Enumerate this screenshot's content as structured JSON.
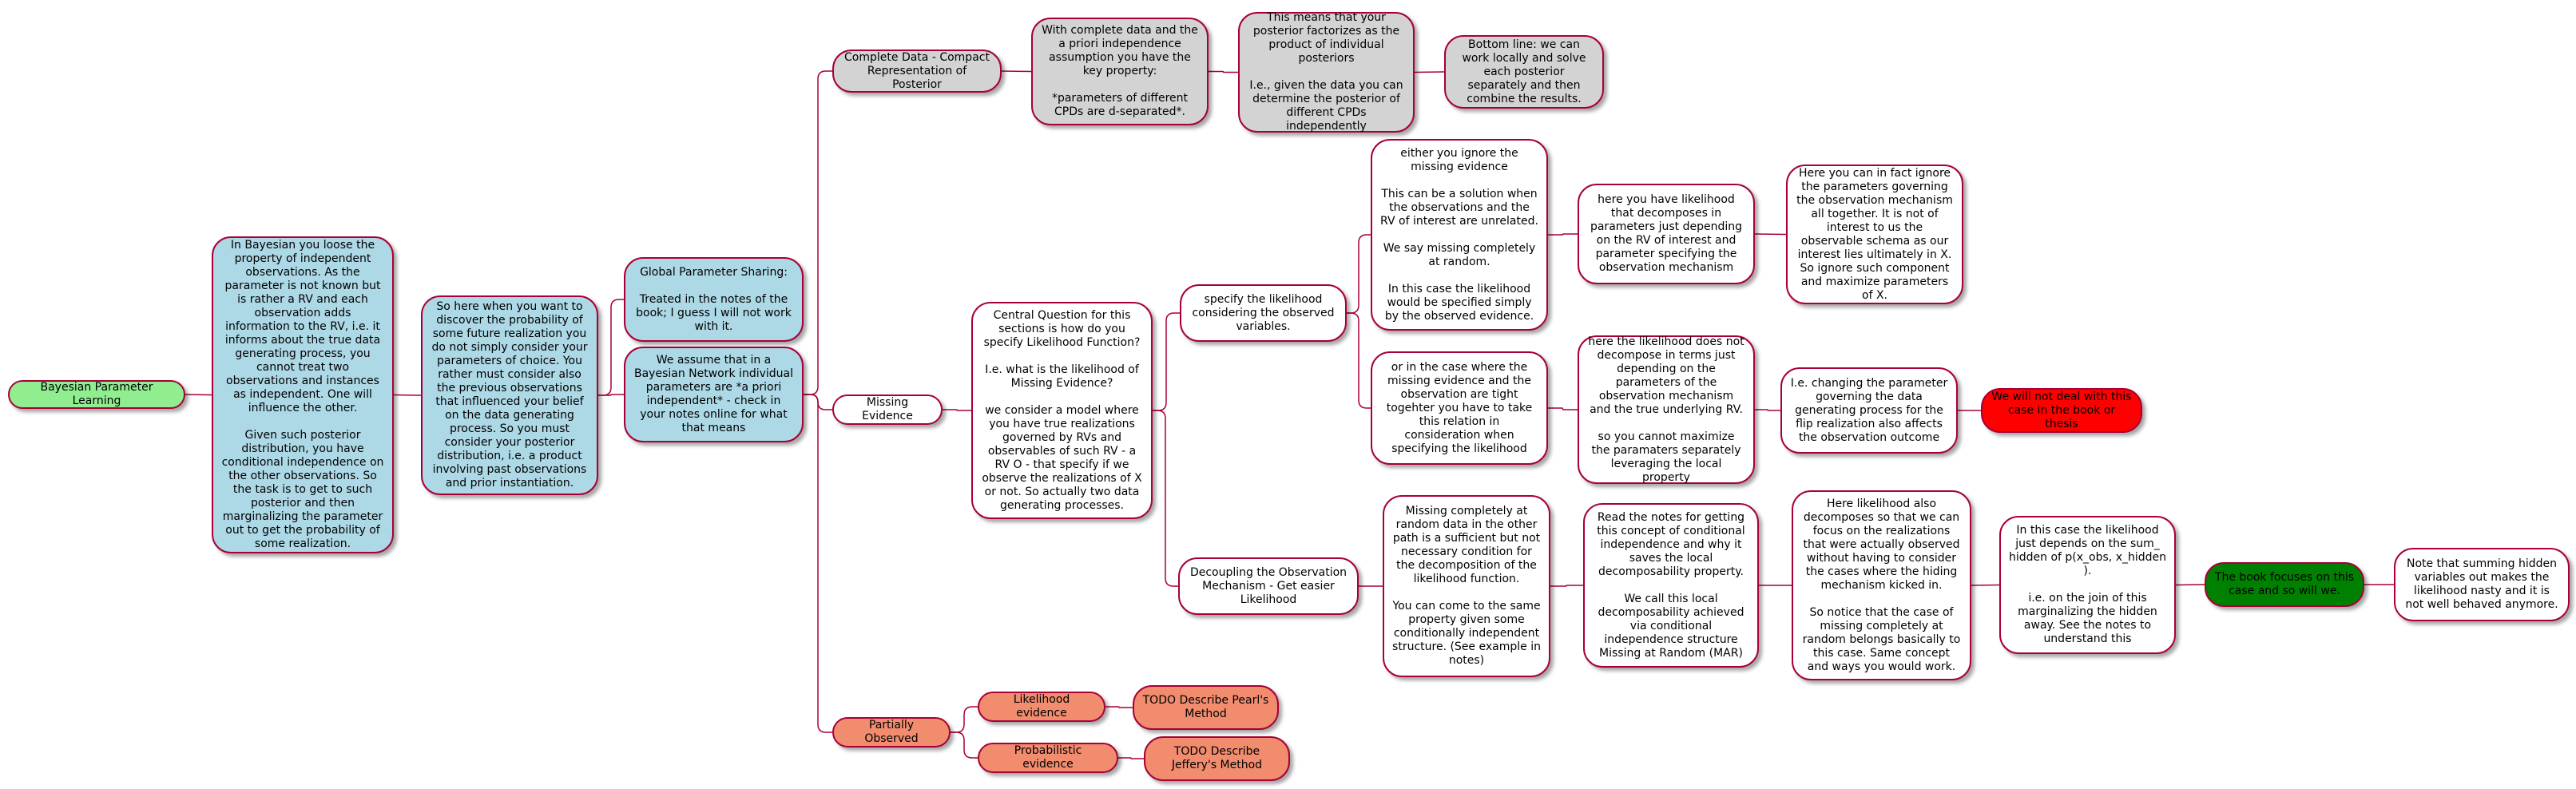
{
  "colors": {
    "edge": "#A80036",
    "root": "#90EE90",
    "blue": "#ADD8E6",
    "grey": "#D3D3D3",
    "salmon": "#F28C6E",
    "red": "#FF0000",
    "dark_green": "#008000"
  },
  "nodes": {
    "root": "Bayesian Parameter Learning",
    "intro": "In Bayesian you loose the property of independent observations. As the parameter is not known but is rather a RV and each observation adds information to the RV, i.e. it informs about the true data generating process, you cannot treat two observations and instances as independent. One will influence the other.\n\nGiven such posterior distribution, you have conditional independence on the other observations. So the task is to get to such posterior and then marginalizing the parameter out to get the probability of some realization.",
    "future": "So here when you want to discover the probability of some future realization you do not simply consider your parameters of choice. You rather must consider also the previous observations that influenced your belief on the data generating process. So you must consider your posterior distribution, i.e. a product involving past observations and prior instantiation.",
    "global_sharing": "Global Parameter Sharing:\n\nTreated in the notes of the book; I guess I will not work with it.",
    "a_priori": "We assume that in a Bayesian Network individual parameters are *a priori independent* - check in your notes online for what that means",
    "complete_data": "Complete Data - Compact Representation of Posterior",
    "complete_key": "With complete data and the a priori independence assumption you have the key property:\n\n*parameters of different CPDs are d-separated*.",
    "posterior_factorizes": "This means that your posterior factorizes as the product of individual posteriors\n\nI.e., given the data you can determine the posterior of different CPDs independently",
    "bottom_line": "Bottom line: we can work locally and solve each posterior separately and then combine the results.",
    "missing_evidence": "Missing Evidence",
    "central_question": "Central Question for this sections is how do you specify Likelihood Function?\n\nI.e. what is the likelihood of Missing Evidence?\n\nwe consider a model where you have true realizations governed by RVs and observables of such RV - a RV O - that specify if we observe the realizations of X or not. So actually two data generating processes.",
    "specify_likelihood": "specify the likelihood considering the observed variables.",
    "ignore_missing": "either you ignore the missing evidence\n\nThis can be a solution when the observations and the RV of interest are unrelated.\n\nWe say  missing completely at random.\n\nIn this case the likelihood would be specified simply by the observed evidence.",
    "likelihood_decomposes": "here you have likelihood that decomposes in parameters just depending on the RV of interest and parameter specifying the observation mechanism",
    "ignore_params": "Here you can in fact ignore the parameters governing the observation mechanism all together. It is not of interest to us the observable schema as our interest lies ultimately in X. So ignore such component and maximize parameters of X.",
    "tight_together": "or in the case where the missing evidence and the observation are tight togehter you have to take this relation in consideration when specifying the likelihood",
    "not_decompose": "here the likelihood does not decompose in terms just depending on the parameters of the observation mechanism and the true underlying RV.\n\nso you cannot maximize the paramaters separately leveraging the local property",
    "changing_param": "I.e. changing the parameter governing the data generating process for the flip realization also affects the observation outcome",
    "not_deal": "We will not deal with this case in the book or thesis",
    "decoupling": "Decoupling the Observation Mechanism - Get easier Likelihood",
    "mcar_sufficient": "Missing completely at random data in the other path is a sufficient but not necessary condition for the decomposition of the likelihood function.\n\nYou can come to the same property given some conditionally independent structure. (See example in notes)",
    "read_notes": "Read the notes for getting this concept of conditional independence and why it saves the local decomposability property.\n\nWe call this local decomposability achieved via conditional independence structure Missing at Random (MAR)",
    "here_likelihood": "Here likelihood also decomposes so that we can focus on the realizations that were actually observed without having to consider the cases where the hiding mechanism kicked in.\n\nSo notice that the case of missing completely at random belongs basically to this case. Same concept and ways you would work.",
    "sum_hidden": "In this case the likelihood just depends on the sum_ hidden of p(x_obs, x_hidden ).\n\ni.e. on the join of this marginalizing the hidden away. See the notes to understand this",
    "book_focuses": "The book focuses on this case and so will we.",
    "summing_hidden": "Note that summing hidden variables out makes the likelihood nasty and it is not well behaved anymore.",
    "partially_observed": "Partially Observed",
    "likelihood_evidence": "Likelihood evidence",
    "pearl": "TODO Describe Pearl's Method",
    "probabilistic_evidence": "Probabilistic evidence",
    "jeffery": "TODO Describe Jeffery's Method"
  }
}
